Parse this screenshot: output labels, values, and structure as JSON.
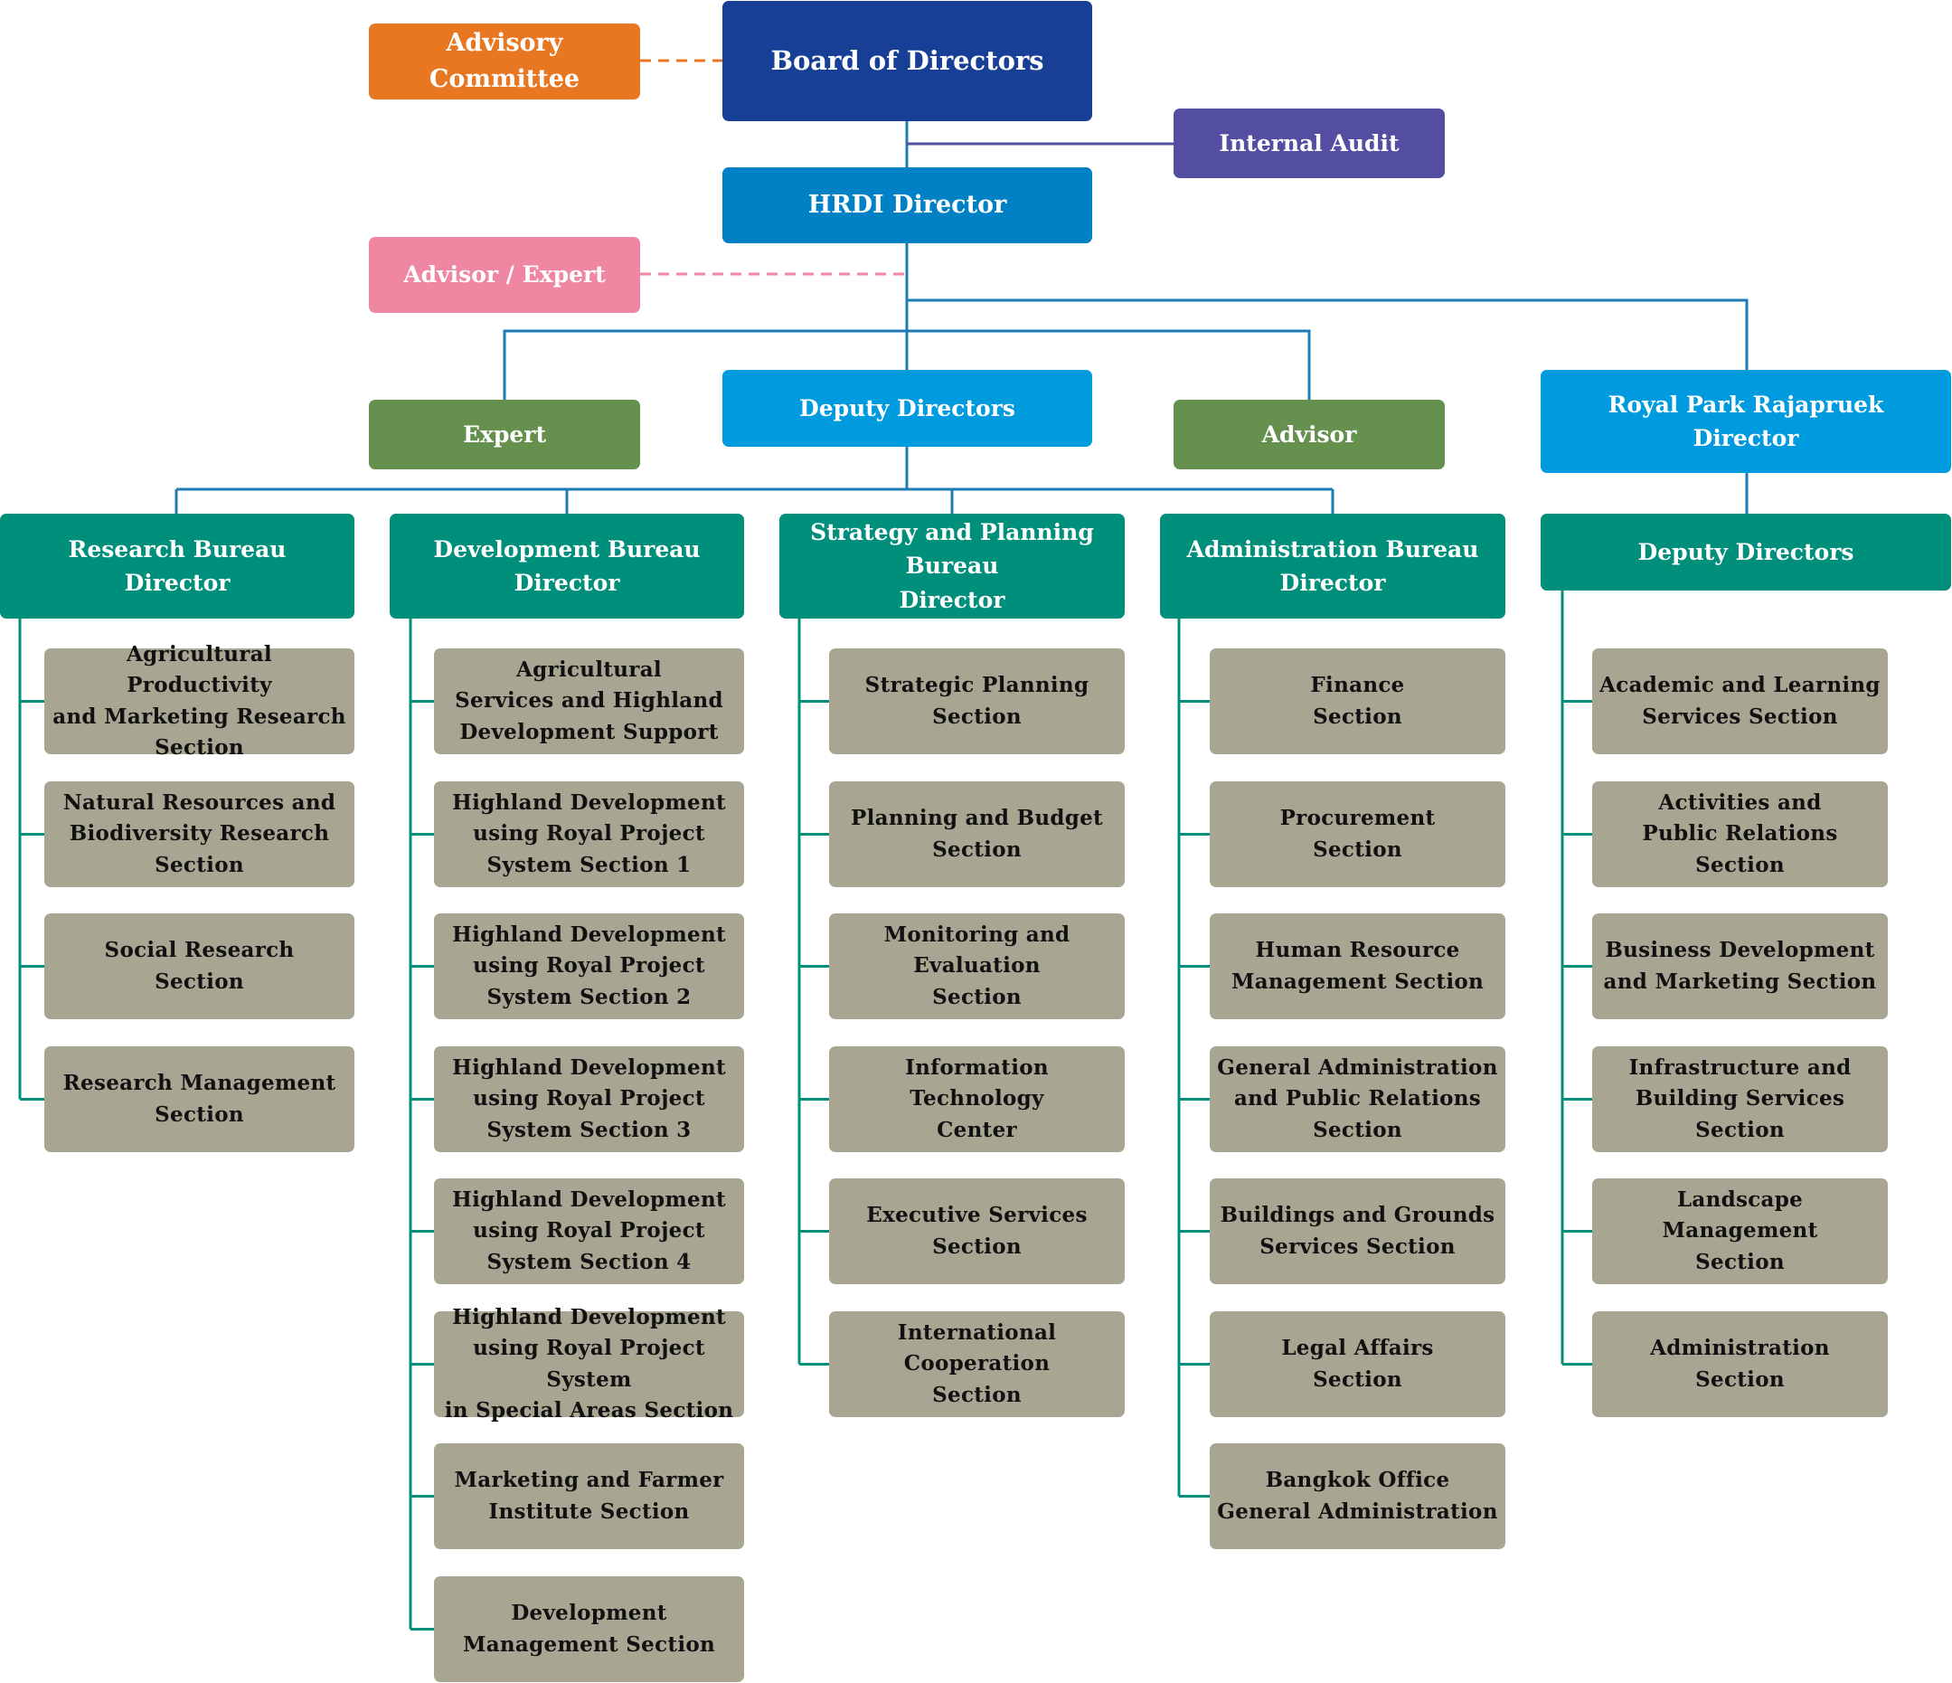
{
  "colors": {
    "board": "#173f95",
    "advisory_committee": "#e87722",
    "internal_audit": "#534ea1",
    "hrdi": "#0080c5",
    "advisor_expert": "#f087a2",
    "green_box": "#65904e",
    "deputy": "#009bdf",
    "bureau": "#008f7a",
    "section": "#a8a692",
    "line": "#1f7bb4"
  },
  "top": {
    "board": "Board  of  Directors",
    "advisory_committee": "Advisory  Committee",
    "internal_audit": "Internal  Audit",
    "hrdi_director": "HRDI  Director",
    "advisor_expert": "Advisor  /  Expert",
    "expert": "Expert",
    "deputy_directors": "Deputy  Directors",
    "advisor": "Advisor",
    "royal_park_director": "Royal  Park  Rajapruek\nDirector",
    "royal_park_deputy": "Deputy  Directors"
  },
  "bureaus": [
    {
      "name": "Research  Bureau\nDirector",
      "sections": [
        "Agricultural  Productivity\nand  Marketing  Research\nSection",
        "Natural  Resources  and\nBiodiversity  Research\nSection",
        "Social  Research\nSection",
        "Research  Management\nSection"
      ]
    },
    {
      "name": "Development  Bureau\nDirector",
      "sections": [
        "Agricultural\nServices  and  Highland\nDevelopment  Support",
        "Highland  Development\nusing  Royal  Project\nSystem  Section  1",
        "Highland  Development\nusing  Royal  Project\nSystem  Section  2",
        "Highland  Development\nusing  Royal  Project\nSystem  Section  3",
        "Highland  Development\nusing  Royal  Project\nSystem  Section  4",
        "Highland  Development\nusing  Royal  Project  System\nin  Special  Areas  Section",
        "Marketing  and  Farmer\nInstitute  Section",
        "Development\nManagement  Section"
      ]
    },
    {
      "name": "Strategy  and  Planning\nBureau\nDirector",
      "sections": [
        "Strategic  Planning\nSection",
        "Planning  and  Budget\nSection",
        "Monitoring  and  Evaluation\nSection",
        "Information  Technology\nCenter",
        "Executive  Services\nSection",
        "International  Cooperation\nSection"
      ]
    },
    {
      "name": "Administration  Bureau\nDirector",
      "sections": [
        "Finance\nSection",
        "Procurement\nSection",
        "Human  Resource\nManagement  Section",
        "General  Administration\nand  Public  Relations\nSection",
        "Buildings  and  Grounds\nServices  Section",
        "Legal  Affairs\nSection",
        "Bangkok  Office\nGeneral  Administration"
      ]
    }
  ],
  "royal_park_sections": [
    "Academic  and  Learning\nServices  Section",
    "Activities  and\nPublic  Relations  Section",
    "Business  Development\nand  Marketing  Section",
    "Infrastructure  and\nBuilding  Services  Section",
    "Landscape  Management\nSection",
    "Administration\nSection"
  ]
}
